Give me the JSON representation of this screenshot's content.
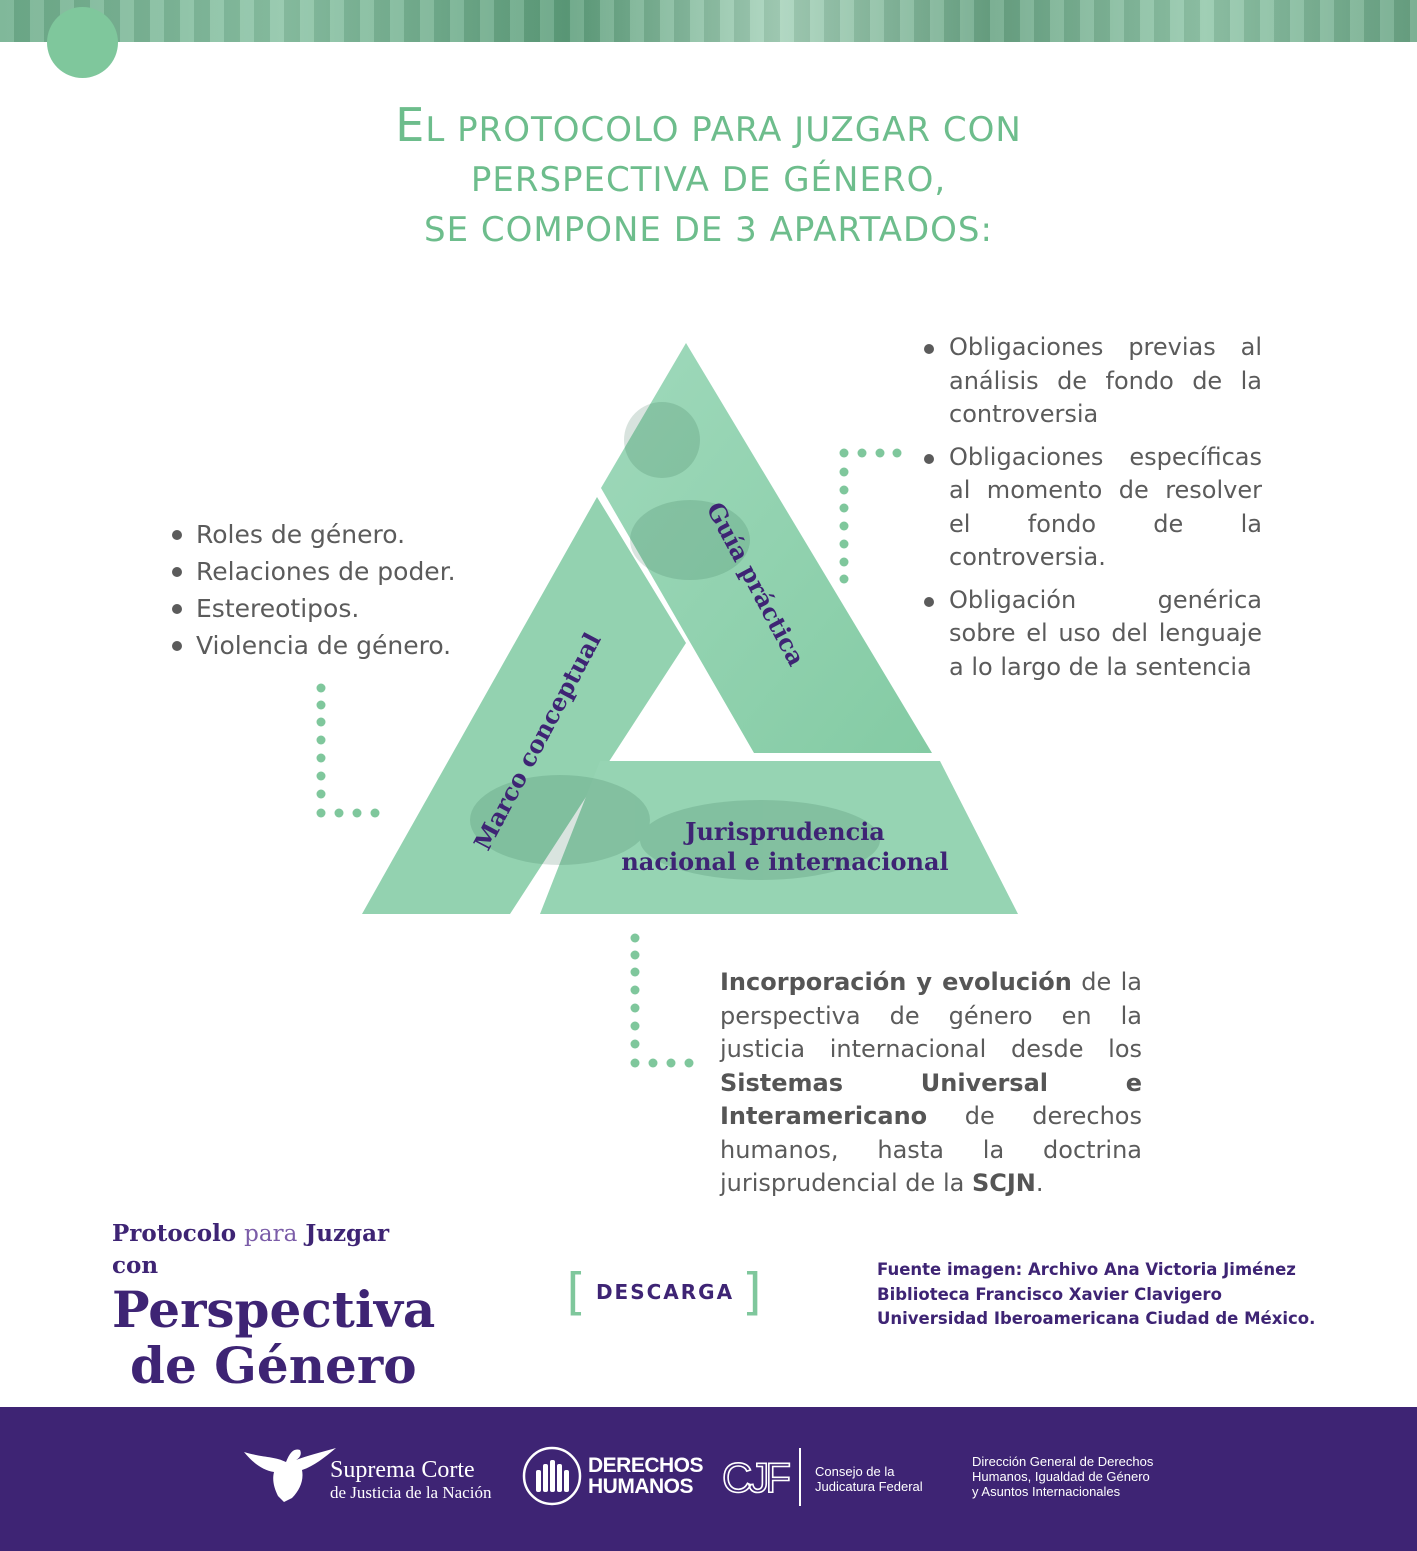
{
  "title": {
    "initial": "E",
    "line1_rest": "L PROTOCOLO PARA JUZGAR CON",
    "line2": "PERSPECTIVA DE GÉNERO,",
    "line3": "SE COMPONE DE 3 APARTADOS:"
  },
  "sections": {
    "guia": "Guía práctica",
    "marco": "Marco conceptual",
    "juris_line1": "Jurisprudencia",
    "juris_line2": "nacional e internacional"
  },
  "marco_items": [
    "Roles de género.",
    "Relaciones de poder.",
    "Estereotipos.",
    "Violencia de género."
  ],
  "guia_items": [
    "Obligaciones previas al análisis de fondo de la controversia",
    "Obligaciones específicas al momento de resolver el fondo de la controversia.",
    "Obligación genérica sobre el uso del lenguaje a lo largo de la sentencia"
  ],
  "juris_text": {
    "b1": "Incorporación y evolución",
    "t1": " de la perspectiva de género en la justicia internacional desde los ",
    "b2": "Sistemas Universal e Interamericano",
    "t2": " de derechos humanos, hasta la doctrina jurisprudencial de la ",
    "b3": "SCJN",
    "t3": "."
  },
  "brand": {
    "protocolo": "Protocolo",
    "para": "para",
    "juzgar": "Juzgar con",
    "perspectiva": "Perspectiva",
    "genero": "de Género"
  },
  "download": {
    "label": "DESCARGA",
    "open": "[",
    "close": "]"
  },
  "source": [
    "Fuente imagen: Archivo Ana Victoria Jiménez",
    "Biblioteca Francisco Xavier Clavigero",
    "Universidad Iberoamericana Ciudad de México."
  ],
  "footer": {
    "scjn_1": "Suprema Corte",
    "scjn_2": "de Justicia de la Nación",
    "dh_1": "DERECHOS",
    "dh_2": "HUMANOS",
    "cjf_mark": "CJF",
    "cjf_1": "Consejo de la",
    "cjf_2": "Judicatura Federal",
    "dg_1": "Dirección General de Derechos",
    "dg_2": "Humanos, Igualdad de Género",
    "dg_3": "y Asuntos Internacionales"
  },
  "colors": {
    "green": "#7fc79c",
    "light_green": "#a7dcbf",
    "purple": "#3e2474",
    "text": "#5b5b5b"
  }
}
